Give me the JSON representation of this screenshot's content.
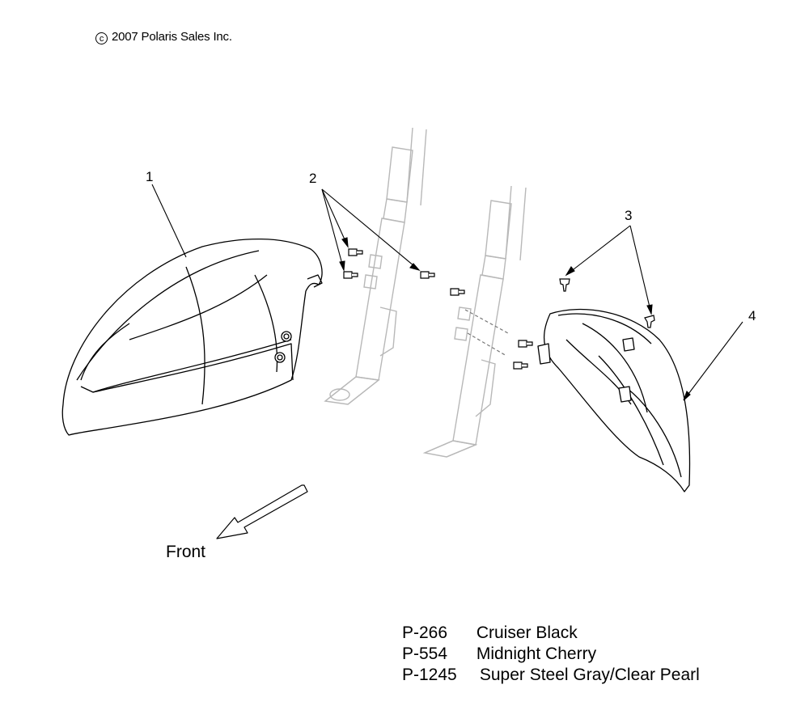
{
  "copyright": {
    "symbol": "c",
    "text": "2007 Polaris Sales Inc."
  },
  "direction": {
    "label": "Front"
  },
  "callouts": [
    {
      "number": "1"
    },
    {
      "number": "2"
    },
    {
      "number": "3"
    },
    {
      "number": "4"
    }
  ],
  "paint_codes": [
    {
      "code": "P-266",
      "name": "Cruiser Black"
    },
    {
      "code": "P-554",
      "name": "Midnight Cherry"
    },
    {
      "code": "P-1245",
      "name": "Super Steel Gray/Clear Pearl"
    }
  ],
  "colors": {
    "line": "#000000",
    "ghost": "#b8b8b8",
    "background": "#ffffff"
  }
}
